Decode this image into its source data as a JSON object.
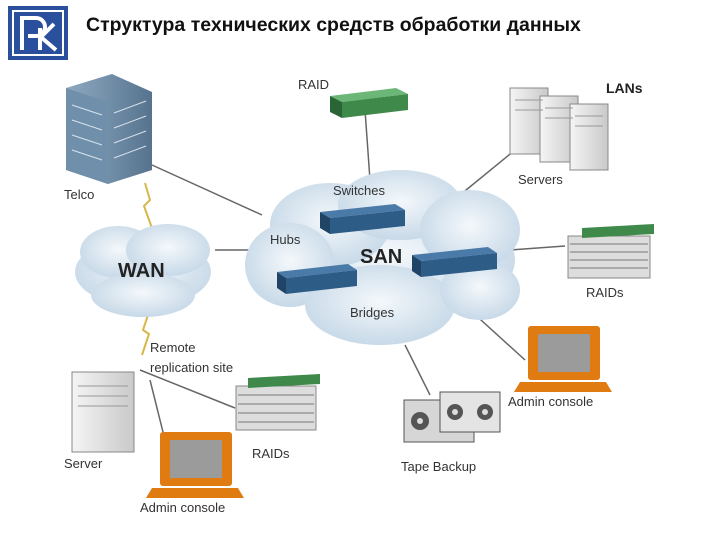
{
  "title": "Структура технических средств обработки данных",
  "logo": {
    "icon": "university-logo-icon",
    "color": "#2a4f9c"
  },
  "diagram": {
    "center": {
      "label": "SAN"
    },
    "wan": {
      "label": "WAN"
    },
    "switches": {
      "label": "Switches"
    },
    "hubs": {
      "label": "Hubs"
    },
    "bridges": {
      "label": "Bridges"
    },
    "telco": {
      "label": "Telco"
    },
    "raid_top": {
      "label": "RAID"
    },
    "lans": {
      "label": "LANs"
    },
    "servers": {
      "label": "Servers"
    },
    "raids_right": {
      "label": "RAIDs"
    },
    "admin_right": {
      "label": "Admin console"
    },
    "tape": {
      "label": "Tape Backup"
    },
    "remote_line1": {
      "label": "Remote"
    },
    "remote_line2": {
      "label": "replication site"
    },
    "server_left": {
      "label": "Server"
    },
    "raids_left": {
      "label": "RAIDs"
    },
    "admin_left": {
      "label": "Admin console"
    }
  },
  "colors": {
    "cloud": "#cfe0ec",
    "device_blue": "#2d5c86",
    "raid_green": "#3f8a4a",
    "console_orange": "#e07b12",
    "building": "#6f8fab"
  }
}
